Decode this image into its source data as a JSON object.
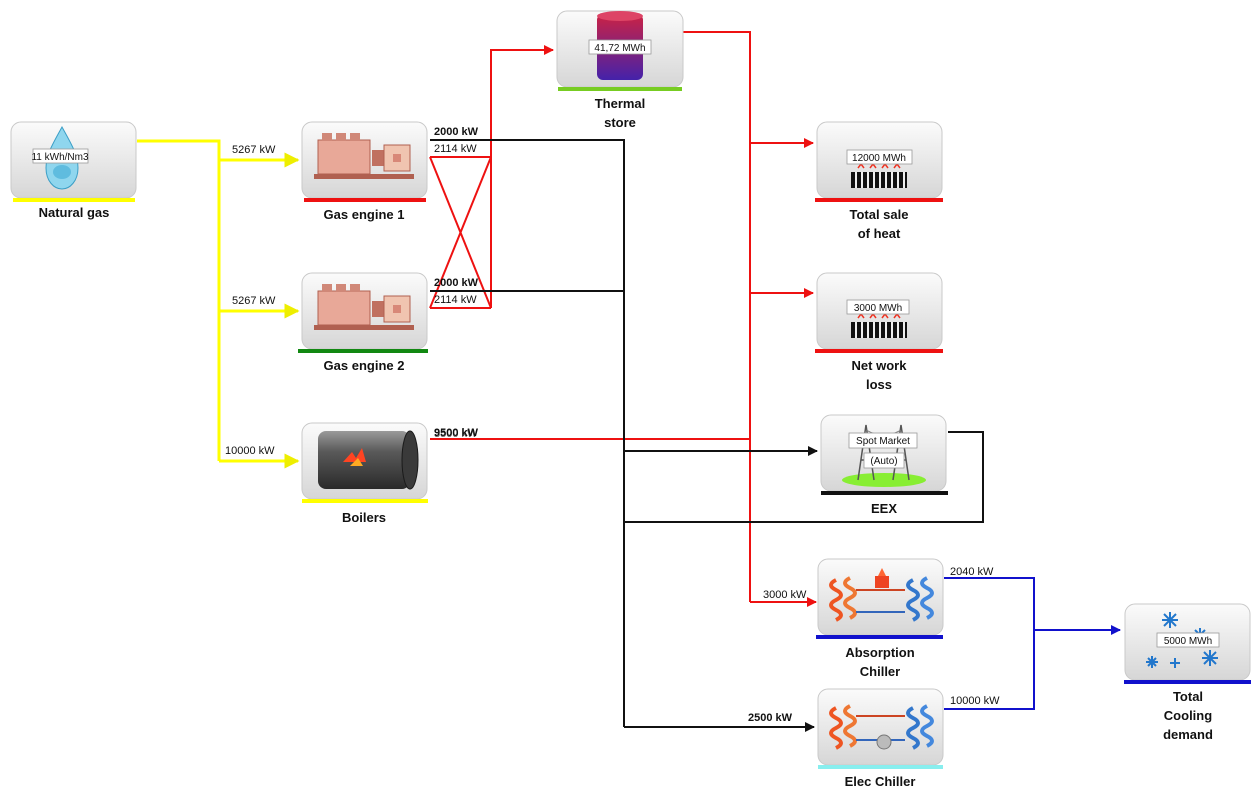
{
  "nodes": {
    "natural_gas": {
      "label": "Natural gas",
      "tag": "11 kWh/Nm3",
      "bar_color": "#ffff00",
      "icon": "water-drop-icon"
    },
    "gas_engine_1": {
      "label": "Gas engine 1",
      "bar_color": "#ee1111",
      "icon": "gas-engine-icon"
    },
    "gas_engine_2": {
      "label": "Gas engine 2",
      "bar_color": "#118811",
      "icon": "gas-engine-icon"
    },
    "boilers": {
      "label": "Boilers",
      "bar_color": "#ffff00",
      "icon": "boiler-icon"
    },
    "thermal_store": {
      "label_line1": "Thermal",
      "label_line2": "store",
      "tag": "41,72 MWh",
      "bar_color": "#77cc22",
      "icon": "storage-tank-icon"
    },
    "total_sale_heat": {
      "label_line1": "Total sale",
      "label_line2": "of heat",
      "tag": "12000 MWh",
      "bar_color": "#ee1111",
      "icon": "radiator-icon"
    },
    "net_work_loss": {
      "label_line1": "Net work",
      "label_line2": "loss",
      "tag": "3000 MWh",
      "bar_color": "#ee1111",
      "icon": "radiator-icon"
    },
    "eex": {
      "label": "EEX",
      "tag_line1": "Spot Market",
      "tag_line2": "(Auto)",
      "bar_color": "#111111",
      "icon": "power-pylon-icon"
    },
    "absorption_chiller": {
      "label_line1": "Absorption",
      "label_line2": "Chiller",
      "bar_color": "#1111cc",
      "icon": "absorption-chiller-icon"
    },
    "elec_chiller": {
      "label": "Elec Chiller",
      "bar_color": "#88eeee",
      "icon": "electric-chiller-icon"
    },
    "total_cooling": {
      "label_line1": "Total",
      "label_line2": "Cooling",
      "label_line3": "demand",
      "tag": "5000 MWh",
      "bar_color": "#1111cc",
      "icon": "snowflake-icon"
    }
  },
  "flows": {
    "gas_to_engine1": "5267 kW",
    "gas_to_engine2": "5267 kW",
    "gas_to_boilers": "10000 kW",
    "engine1_elec": "2000 kW",
    "engine1_heat": "2114 kW",
    "engine2_elec": "2000 kW",
    "engine2_heat": "2114 kW",
    "boilers_heat_a": "9500 kW",
    "boilers_heat_b": "3500 kW",
    "heat_to_absorption": "3000 kW",
    "absorption_cooling": "2040 kW",
    "elec_to_chiller": "2500 kW",
    "elec_chiller_cooling": "10000 kW"
  },
  "colors": {
    "gas": "#ffff00",
    "heat": "#ee1111",
    "electricity": "#111111",
    "cooling": "#1111cc"
  }
}
